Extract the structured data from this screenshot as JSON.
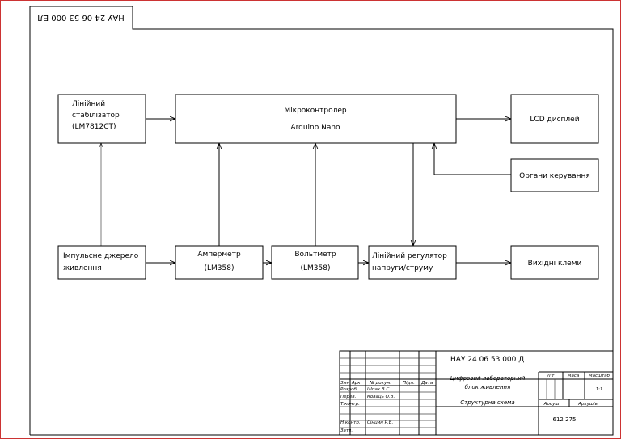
{
  "stamp": {
    "rotated_code": "НАУ 24 06 53 000 ЕЛ"
  },
  "blocks": {
    "stabilizer": {
      "lines": [
        "Лінійний",
        "стабілізатор",
        "(LM7812CT)"
      ]
    },
    "mcu": {
      "lines": [
        "Мікроконтролер",
        "Arduino Nano"
      ]
    },
    "lcd": {
      "lines": [
        "LCD дисплей"
      ]
    },
    "controls": {
      "lines": [
        "Органи керування"
      ]
    },
    "psu": {
      "lines": [
        "Імпульсне джерело",
        "живлення"
      ]
    },
    "ammeter": {
      "lines": [
        "Амперметр",
        "(LM358)"
      ]
    },
    "voltmeter": {
      "lines": [
        "Вольтметр",
        "(LM358)"
      ]
    },
    "regulator": {
      "lines": [
        "Лінійний регулятор",
        "напруги/струму"
      ]
    },
    "outputs": {
      "lines": [
        "Вихідні клеми"
      ]
    }
  },
  "title_block": {
    "doc_code": "НАУ 24 06 53 000 Д",
    "product_name": [
      "Цифровий лабораторний",
      "блок живлення"
    ],
    "doc_title": "Структурна схема",
    "org": "612 275",
    "headers": {
      "izm": "Змн",
      "list": "Арк.",
      "doc_no": "№ докум.",
      "sign": "Підп.",
      "date": "Дата"
    },
    "roles": {
      "developer": {
        "label": "Розроб.",
        "name": "Шпак В.С."
      },
      "checker": {
        "label": "Перев.",
        "name": "Коваць О.В."
      },
      "tcontrol": {
        "label": "Т.контр.",
        "name": ""
      },
      "ncontrol": {
        "label": "Н.контр.",
        "name": "Сінцин Р.Б."
      },
      "approved": {
        "label": "Затв.",
        "name": ""
      }
    },
    "lit": "Літ",
    "mass": "Маса",
    "scale": "Масштаб",
    "scale_value": "1:1",
    "sheet_label": "Аркуш",
    "sheets_label": "Аркушів"
  }
}
